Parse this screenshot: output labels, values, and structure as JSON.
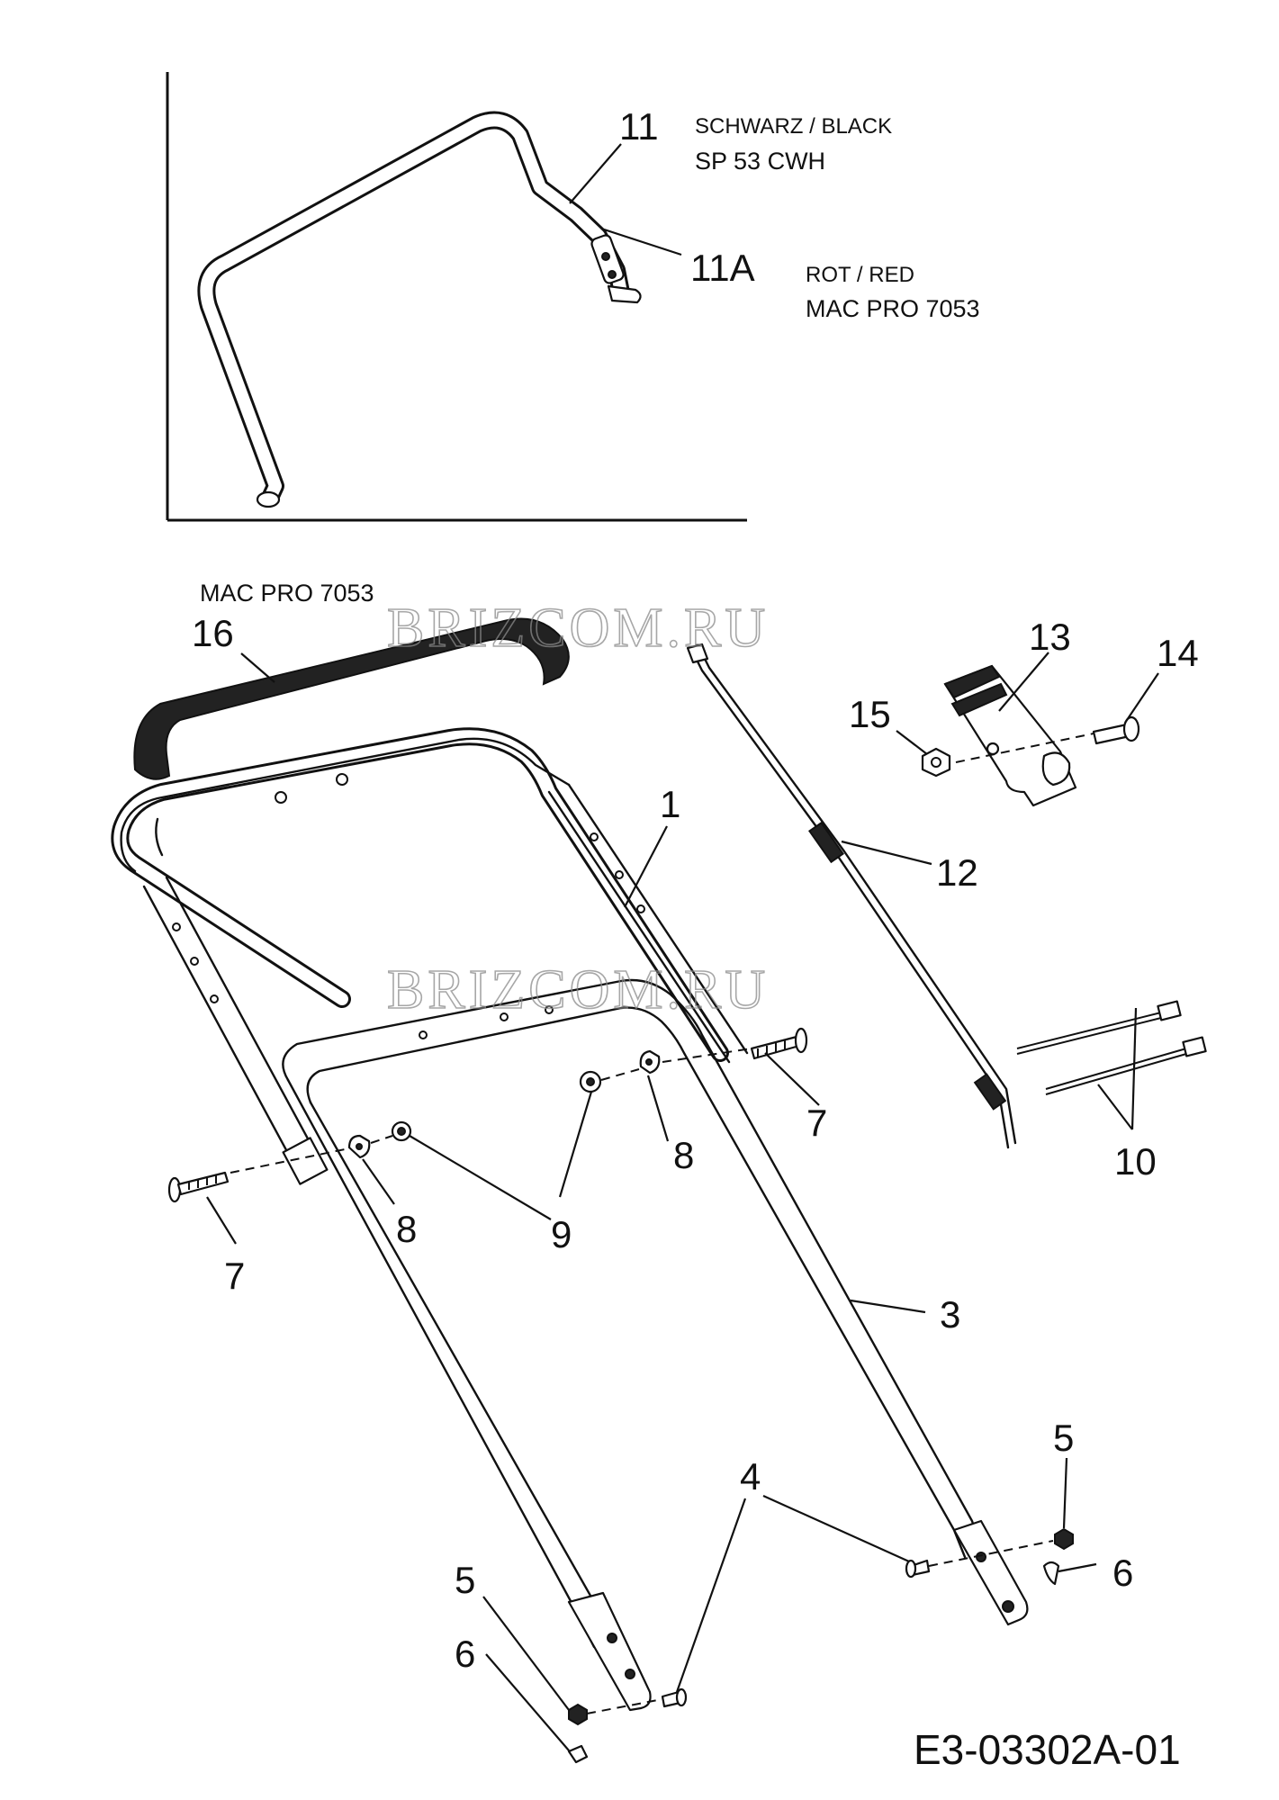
{
  "diagram": {
    "drawing_code": "E3-03302A-01",
    "watermark": "BRIZCOM.RU",
    "inset_notes": {
      "black_label": "SCHWARZ / BLACK",
      "black_model": "SP 53 CWH",
      "red_label": "ROT / RED",
      "red_model": "MAC PRO 7053"
    },
    "grip_model": "MAC PRO 7053",
    "callouts": [
      "11",
      "11A",
      "16",
      "13",
      "14",
      "15",
      "1",
      "12",
      "7",
      "8",
      "9",
      "8",
      "7",
      "10",
      "3",
      "5",
      "4",
      "6",
      "5",
      "6"
    ]
  }
}
